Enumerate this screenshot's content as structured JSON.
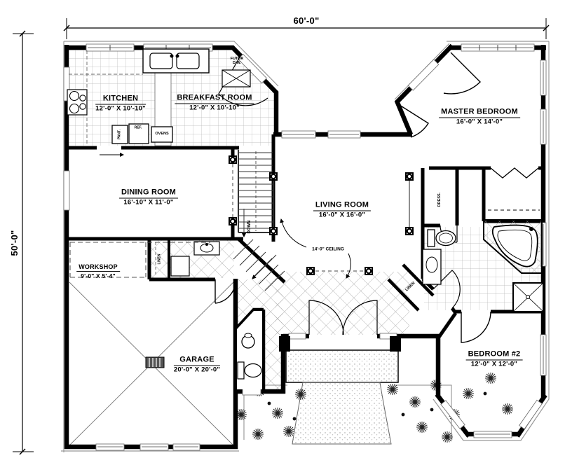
{
  "plan": {
    "dimensions": {
      "width": "60'-0\"",
      "height": "50'-0\""
    },
    "rooms": {
      "kitchen": {
        "name": "KITCHEN",
        "size": "12'-0\" X 10'-10\""
      },
      "breakfast_room": {
        "name": "BREAKFAST ROOM",
        "size": "12'-0\" X 10'-10\""
      },
      "master_bedroom": {
        "name": "MASTER BEDROOM",
        "size": "16'-0\" X 14'-0\""
      },
      "dining_room": {
        "name": "DINING ROOM",
        "size": "16'-10\" X 11'-0\""
      },
      "living_room": {
        "name": "LIVING ROOM",
        "size": "16'-0\" X 16'-0\"",
        "ceiling": "14'-0\" CEILING"
      },
      "workshop": {
        "name": "WORKSHOP",
        "size": "9'-0\" X 5'-4\""
      },
      "garage": {
        "name": "GARAGE",
        "size": "20'-0\" X 20'-0\""
      },
      "bedroom_2": {
        "name": "BEDROOM #2",
        "size": "12'-0\" X 12'-0\""
      }
    },
    "labels": {
      "future_dw_1": "FUTUR",
      "future_dw_2": "D.W.",
      "pantry": "PANT.",
      "refrigerator": "REF.",
      "ovens": "OVENS",
      "stairs_down": "DOWN",
      "linen_hall": "LINEN",
      "linen_bedroom_hall": "LINEN",
      "dressing": "DRESS."
    },
    "colors": {
      "ink": "#000000",
      "paper": "#ffffff",
      "tile_line": "#b0b0b0",
      "thin_line": "#888888"
    }
  }
}
